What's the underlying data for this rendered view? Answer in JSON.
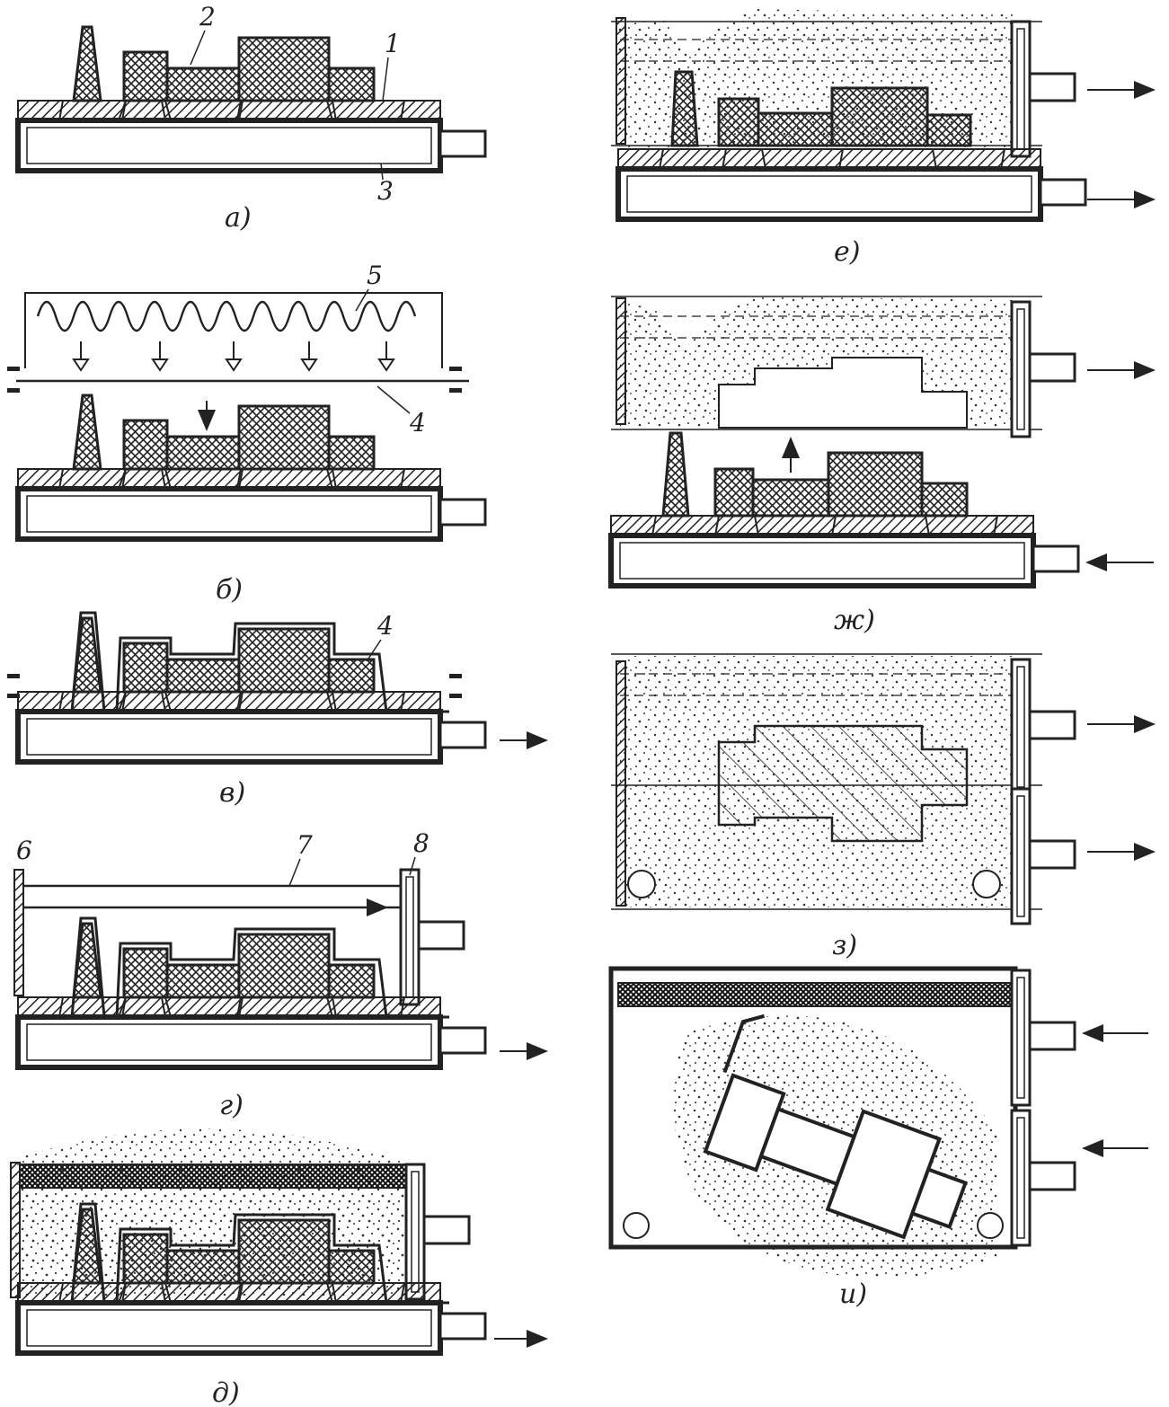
{
  "panels": [
    {
      "id": "a",
      "label": "а)"
    },
    {
      "id": "b",
      "label": "б)"
    },
    {
      "id": "v",
      "label": "в)"
    },
    {
      "id": "g",
      "label": "г)"
    },
    {
      "id": "d",
      "label": "д)"
    },
    {
      "id": "e",
      "label": "е)"
    },
    {
      "id": "zh",
      "label": "ж)"
    },
    {
      "id": "z",
      "label": "з)"
    },
    {
      "id": "i",
      "label": "и)"
    }
  ],
  "callouts": {
    "n1": "1",
    "n2": "2",
    "n3": "3",
    "n4a": "4",
    "n4b": "4",
    "n5": "5",
    "n6": "6",
    "n7": "7",
    "n8": "8"
  },
  "colors": {
    "ink": "#222222",
    "paper": "#ffffff"
  }
}
